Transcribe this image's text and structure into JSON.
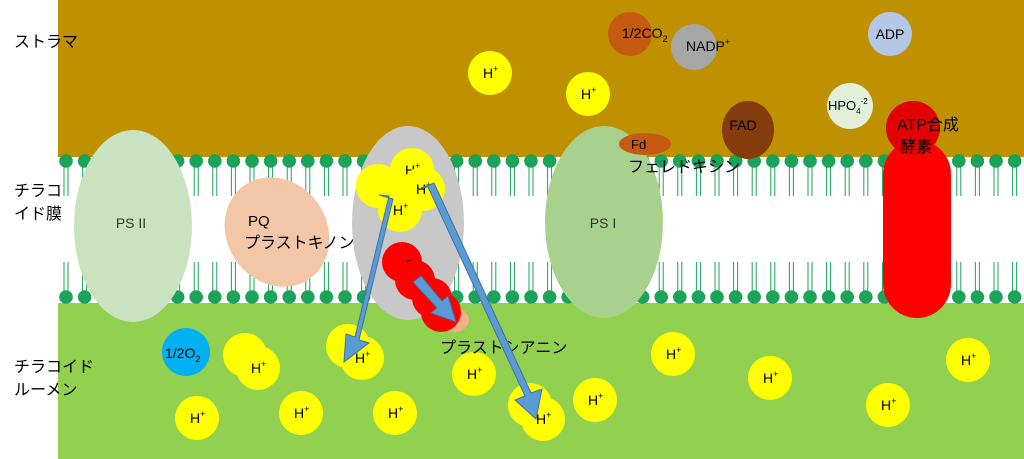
{
  "regions": {
    "stroma": "ストラマ",
    "membrane_line1": "チラコ",
    "membrane_line2": "イド膜",
    "lumen_line1": "チラコイド",
    "lumen_line2": "ルーメン"
  },
  "complexes": {
    "ps2": "PS II",
    "ps1": "PS I",
    "pq_line1": "PQ",
    "pq_line2": "プラストキノン",
    "atp_line1": "ATP合成",
    "atp_line2": "酵素",
    "ferredoxin_short": "Fd",
    "ferredoxin_name": "フェレドキシン",
    "plastocyanin": "プラストシアニン"
  },
  "molecules": {
    "co2": "1/2CO",
    "co2_sub": "2",
    "nadp": "NADP",
    "nadp_sup": "+",
    "adp": "ADP",
    "fad": "FAD",
    "hpo4": "HPO",
    "hpo4_sub": "4",
    "hpo4_sup": "-2",
    "o2": "1/2O",
    "o2_sub": "2"
  },
  "proton": {
    "symbol": "H",
    "charge": "+"
  },
  "electron": "e",
  "colors": {
    "stroma": "#bf9000",
    "lumen": "#92d050",
    "membrane_head": "#1ba35a",
    "proton": "#ffff00",
    "electron": "#ff0000",
    "ps2": "#c9e3c0",
    "ps1": "#a9d18e",
    "pq": "#f4c6a8",
    "atp_synthase": "#ff0000",
    "arrow": "#5b9bd5"
  }
}
